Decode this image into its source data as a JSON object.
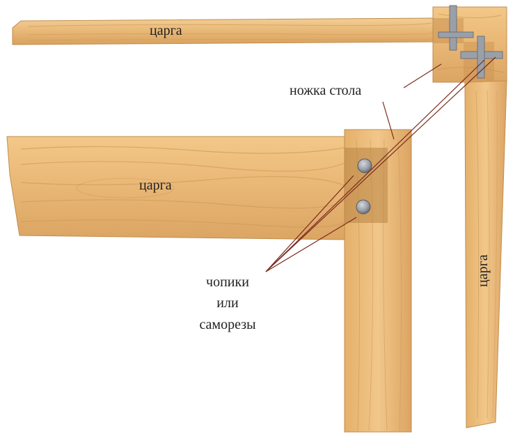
{
  "labels": {
    "rail_top": "царга",
    "rail_front": "царга",
    "rail_side": "царга",
    "leg": "ножка стола",
    "fasteners_line1": "чопики",
    "fasteners_line2": "или",
    "fasteners_line3": "саморезы"
  },
  "colors": {
    "wood_light": "#f0c688",
    "wood_mid": "#e2ad68",
    "wood_dark": "#c98e4a",
    "grain": "#b8823f",
    "joint_shade": "#b88444",
    "screw_head": "#8a8e96",
    "pointer_line": "#7a2a1e",
    "background": "#ffffff"
  },
  "icons": {
    "fastener": "screw-head-icon",
    "corner_bracket": "corner-bracket-icon"
  }
}
